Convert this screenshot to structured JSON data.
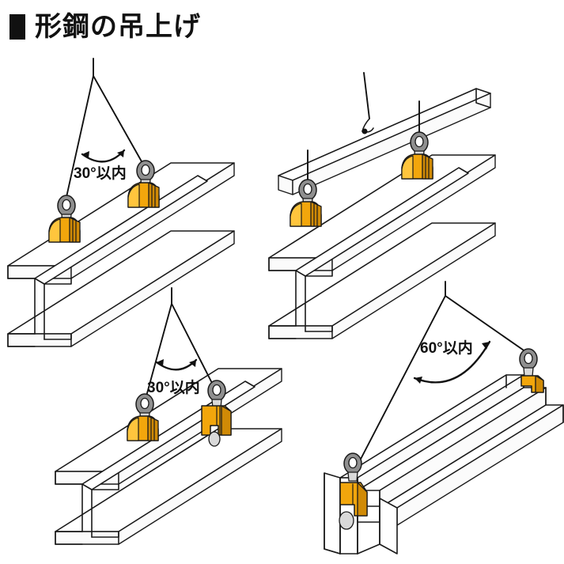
{
  "page": {
    "title": "形鋼の吊上げ",
    "bullet": "filled-square-bullet",
    "background_color": "#ffffff",
    "line_color": "#1a1a1a",
    "clamp_color": "#F2A60C",
    "clamp_shadow_color": "#D08A06",
    "ring_color": "#8f8f8f"
  },
  "diagrams": [
    {
      "id": "top-left",
      "name": "two-leg-sling-horizontal-beam",
      "angle_label": "30°以内",
      "beam_type": "H-beam horizontal, web vertical",
      "clamp_count": 2,
      "clamp_type": "horizontal-lifting-clamp",
      "sling_legs": 2,
      "has_spreader_bar": false
    },
    {
      "id": "top-right",
      "name": "spreader-bar-vertical-slings",
      "angle_label": "",
      "beam_type": "H-beam horizontal, web vertical",
      "clamp_count": 2,
      "clamp_type": "horizontal-lifting-clamp",
      "sling_legs": 2,
      "has_spreader_bar": true
    },
    {
      "id": "bottom-left",
      "name": "two-leg-sling-screw-clamp",
      "angle_label": "30°以内",
      "beam_type": "H-beam horizontal, web vertical",
      "clamp_count": 2,
      "clamp_type": "screw-clamp",
      "sling_legs": 2,
      "has_spreader_bar": false
    },
    {
      "id": "bottom-right",
      "name": "two-leg-sling-vertical-clamps-60",
      "angle_label": "60°以内",
      "beam_type": "H-beam, lifted on edge",
      "clamp_count": 2,
      "clamp_type": "vertical-lifting-clamp",
      "sling_legs": 2,
      "has_spreader_bar": false
    }
  ],
  "annotations": {
    "angle_30": "30°以内",
    "angle_60": "60°以内"
  }
}
